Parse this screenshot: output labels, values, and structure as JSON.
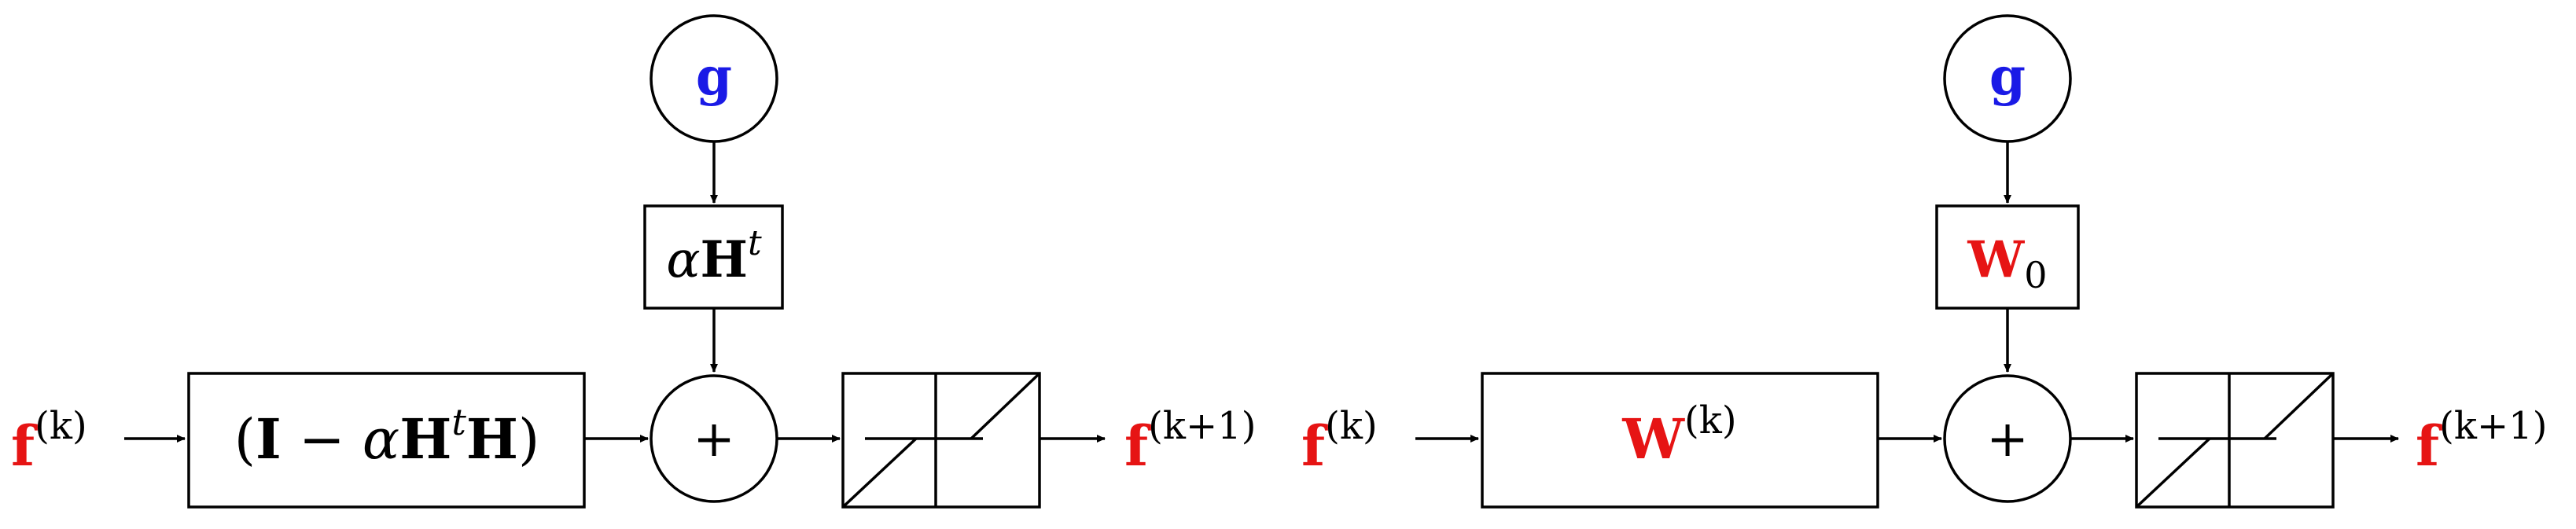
{
  "colors": {
    "stroke": "#000000",
    "input_g": "#1a1ae6",
    "highlight": "#e61414",
    "text": "#000000"
  },
  "left": {
    "input_node": "g",
    "gain_block": {
      "coef": "α",
      "matrix": "H",
      "exp": "t"
    },
    "main_block": {
      "open": "(",
      "I": "I",
      "minus": " − ",
      "coef": "α",
      "H1": "H",
      "exp": "t",
      "H2": "H",
      "close": ")"
    },
    "sum_symbol": "+",
    "in_label": {
      "base": "f",
      "sup": "(k)"
    },
    "out_label": {
      "base": "f",
      "sup": "(k+1)"
    }
  },
  "right": {
    "input_node": "g",
    "gain_block": {
      "matrix": "W",
      "sub": "0"
    },
    "main_block": {
      "matrix": "W",
      "sup": "(k)"
    },
    "sum_symbol": "+",
    "in_label": {
      "base": "f",
      "sup": "(k)"
    },
    "out_label": {
      "base": "f",
      "sup": "(k+1)"
    }
  }
}
